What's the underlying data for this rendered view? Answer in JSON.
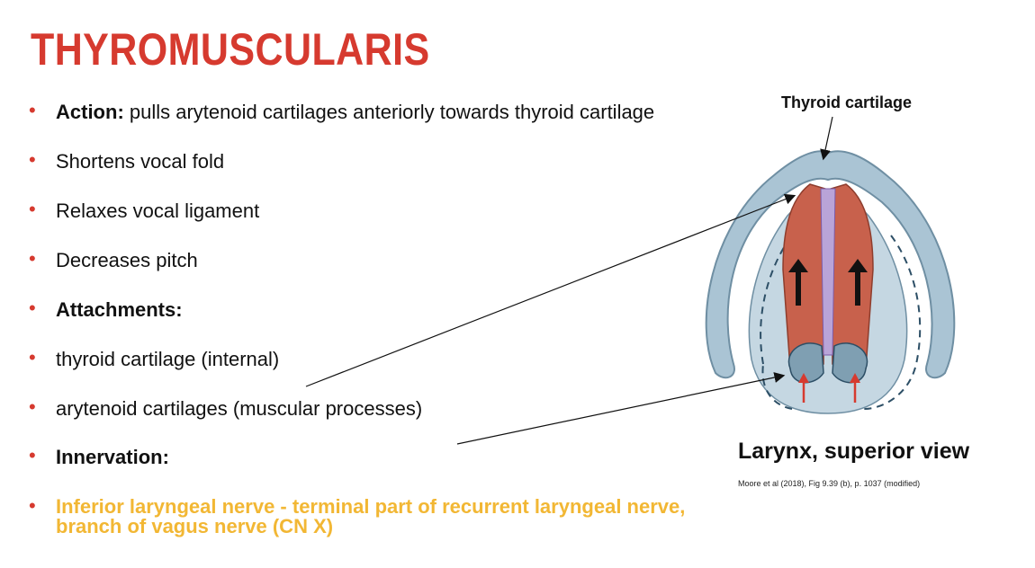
{
  "title": "THYROMUSCULARIS",
  "bullets": [
    {
      "label": "Action:",
      "text": " pulls arytenoid cartilages  anteriorly towards thyroid cartilage"
    },
    {
      "label": "",
      "text": "Shortens vocal fold"
    },
    {
      "label": "",
      "text": "Relaxes vocal ligament"
    },
    {
      "label": "",
      "text": "Decreases pitch"
    },
    {
      "label": "Attachments:",
      "text": ""
    },
    {
      "label": "",
      "text": "thyroid cartilage (internal)"
    },
    {
      "label": "",
      "text": "arytenoid cartilages (muscular processes)"
    },
    {
      "label": "Innervation:",
      "text": ""
    },
    {
      "label": "",
      "text": "Inferior laryngeal nerve - terminal part of recurrent laryngeal nerve, branch of vagus nerve (CN X)"
    }
  ],
  "figure": {
    "label": "Thyroid cartilage",
    "caption": "Larynx, superior view",
    "citation": "Moore et al (2018), Fig 9.39 (b), p. 1037 (modified)"
  },
  "colors": {
    "title": "#d63a2f",
    "bullet": "#d63a2f",
    "nerve_text": "#f2b734",
    "muscle": "#c8614c",
    "cartilage": "#a9c4d3"
  }
}
